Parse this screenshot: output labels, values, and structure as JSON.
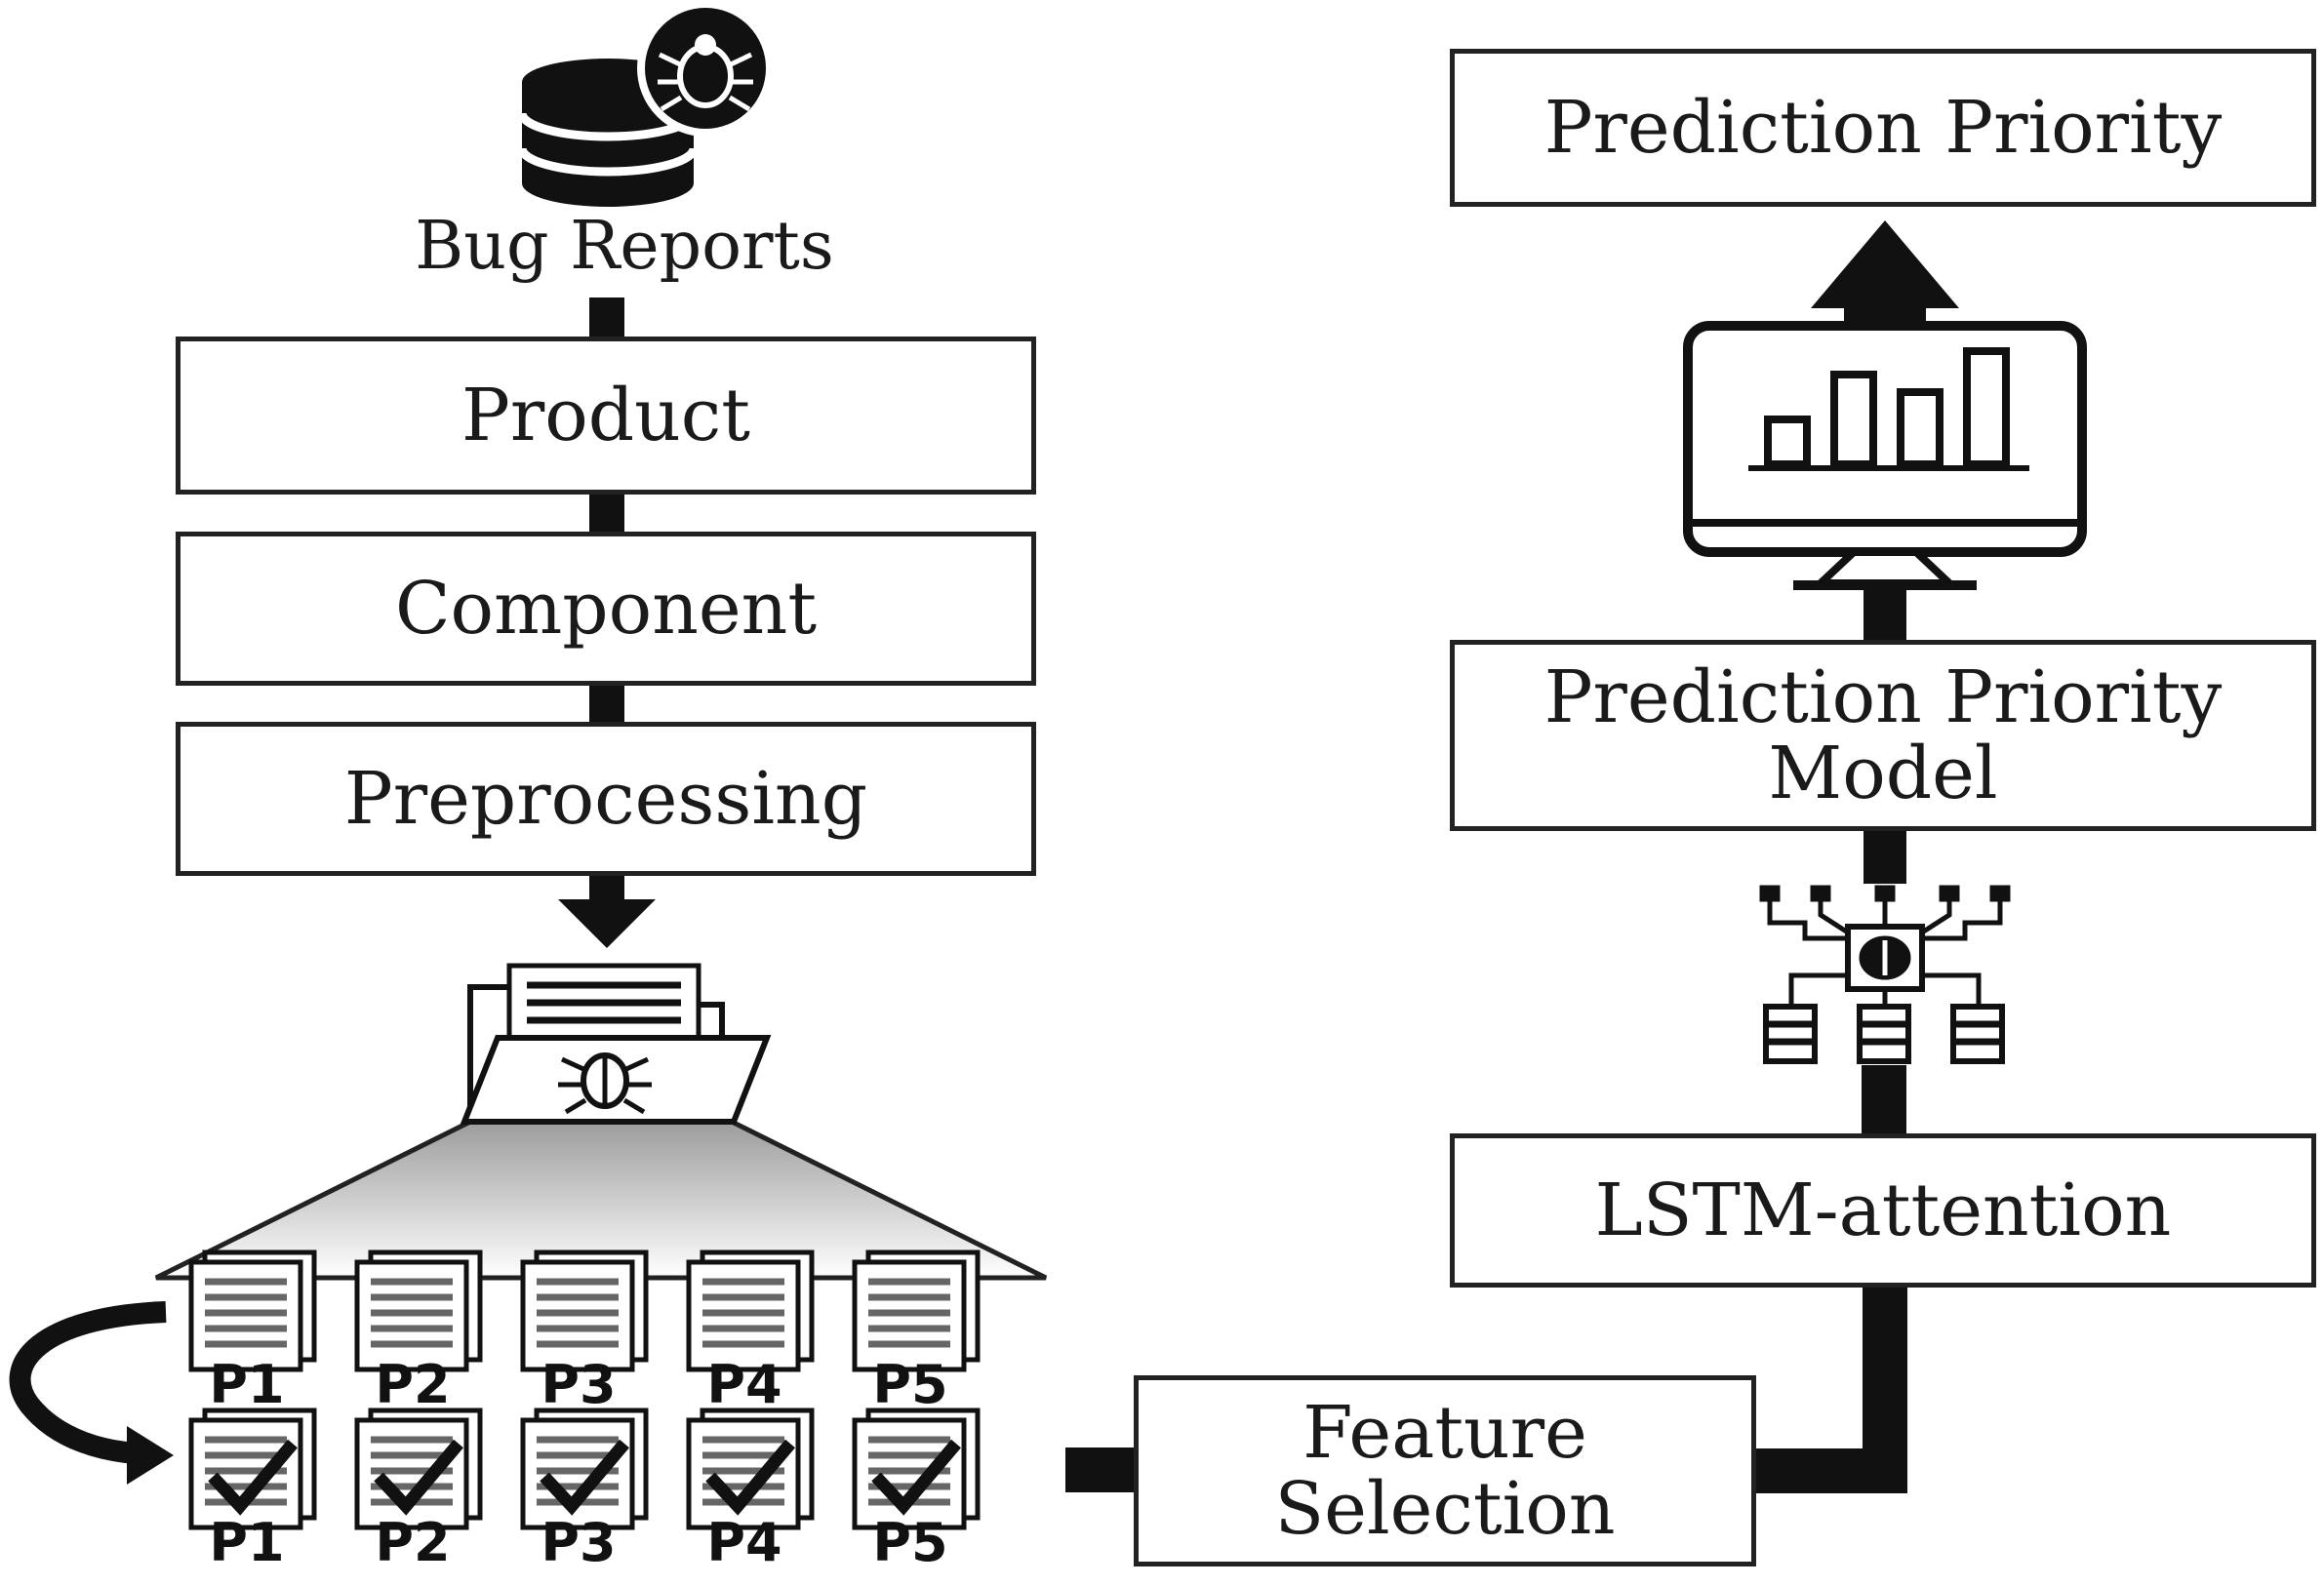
{
  "diagram": {
    "source_label": "Bug Reports",
    "left_steps": [
      "Product",
      "Component",
      "Preprocessing"
    ],
    "partitions_top": [
      "P1",
      "P2",
      "P3",
      "P4",
      "P5"
    ],
    "partitions_bottom": [
      "P1",
      "P2",
      "P3",
      "P4",
      "P5"
    ],
    "feature_selection": [
      "Feature",
      "Selection"
    ],
    "lstm": "LSTM-attention",
    "model": [
      "Prediction Priority",
      "Model"
    ],
    "output": "Prediction Priority"
  },
  "icons": {
    "database": "database-with-bug-icon",
    "folder": "bug-folder-icon",
    "monitor": "bar-chart-monitor-icon",
    "network": "neural-network-icon",
    "document": "document-icon",
    "checked_document": "checked-document-icon"
  },
  "colors": {
    "stroke": "#222222",
    "fill": "#ffffff",
    "text": "#1a1a1a"
  }
}
